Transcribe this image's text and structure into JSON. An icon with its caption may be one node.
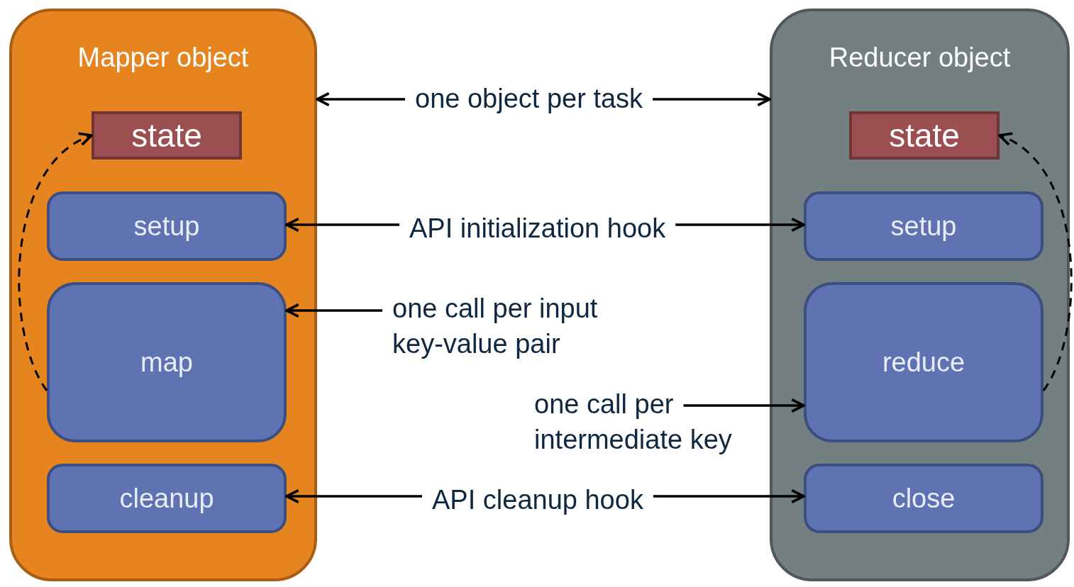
{
  "diagram": {
    "nodes": [
      {
        "text": [
          "Mapper object"
        ]
      },
      {
        "text": [
          "state"
        ],
        "in": 0
      },
      {
        "text": [
          "setup"
        ],
        "in": 0
      },
      {
        "text": [
          "map"
        ],
        "in": 0
      },
      {
        "text": [
          "cleanup"
        ],
        "in": 0
      },
      {
        "text": [
          "Reducer object"
        ]
      },
      {
        "text": [
          "state"
        ],
        "in": 5
      },
      {
        "text": [
          "setup"
        ],
        "in": 5
      },
      {
        "text": [
          "reduce"
        ],
        "in": 5
      },
      {
        "text": [
          "close"
        ],
        "in": 5
      },
      {
        "text": [
          "one object per task"
        ]
      },
      {
        "text": [
          "API initialization hook"
        ]
      },
      {
        "text": [
          "one call per input key-value pair"
        ]
      },
      {
        "text": [
          "one call per intermediate key"
        ]
      },
      {
        "text": [
          "API cleanup hook"
        ]
      }
    ],
    "edges": [
      {
        "from": 10,
        "to": 0,
        "arrow": "to"
      },
      {
        "from": 10,
        "to": 5,
        "arrow": "to"
      },
      {
        "from": 11,
        "to": 2,
        "arrow": "to"
      },
      {
        "from": 11,
        "to": 7,
        "arrow": "to"
      },
      {
        "from": 12,
        "to": 3,
        "arrow": "to"
      },
      {
        "from": 13,
        "to": 8,
        "arrow": "to"
      },
      {
        "from": 14,
        "to": 4,
        "arrow": "to"
      },
      {
        "from": 14,
        "to": 9,
        "arrow": "to"
      },
      {
        "from": 3,
        "to": 1,
        "arrow": "to",
        "style": "dashed"
      },
      {
        "from": 8,
        "to": 6,
        "arrow": "to",
        "style": "dashed"
      }
    ]
  }
}
